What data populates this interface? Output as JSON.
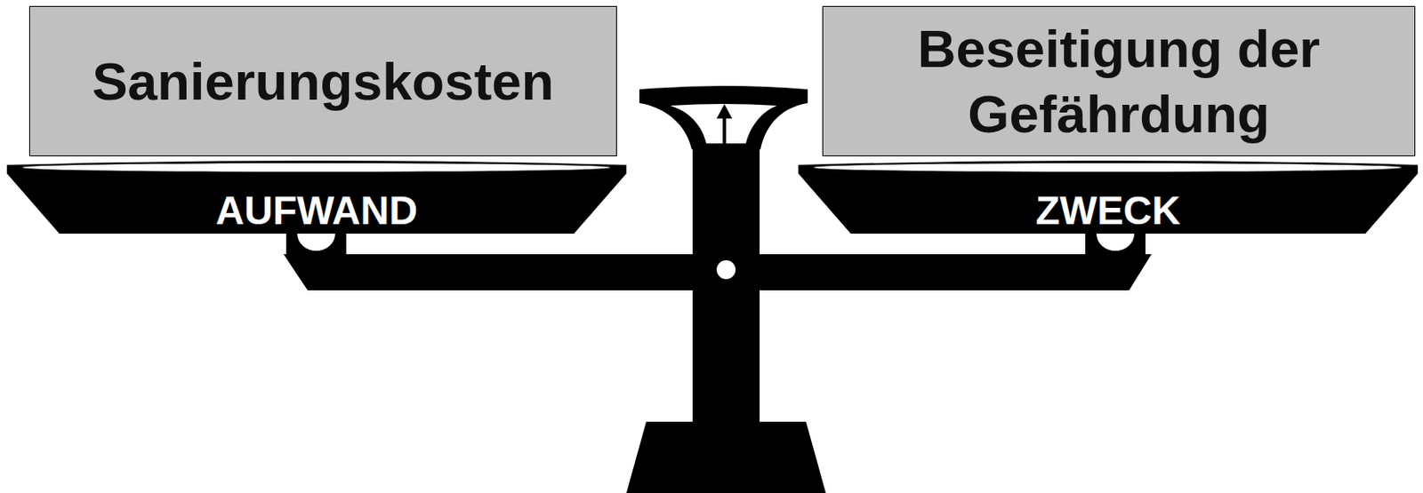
{
  "diagram": {
    "nodes": [
      {
        "text": [
          "Sanierungskosten"
        ]
      },
      {
        "text": [
          "Beseitigung der Gefährdung"
        ]
      },
      {
        "text": [
          "AUFWAND"
        ]
      },
      {
        "text": [
          "ZWECK"
        ]
      }
    ]
  }
}
